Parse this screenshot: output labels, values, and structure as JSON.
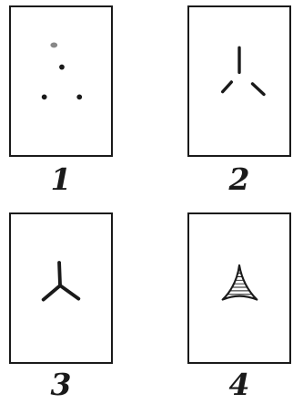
{
  "figures": [
    {
      "label": "1",
      "mark": "three-dots"
    },
    {
      "label": "2",
      "mark": "three-strokes"
    },
    {
      "label": "3",
      "mark": "joined-tri-radiate"
    },
    {
      "label": "4",
      "mark": "hatched-triangle"
    }
  ],
  "colors": {
    "ink": "#1a1a1a",
    "border": "#1a1a1a",
    "background": "#ffffff"
  }
}
